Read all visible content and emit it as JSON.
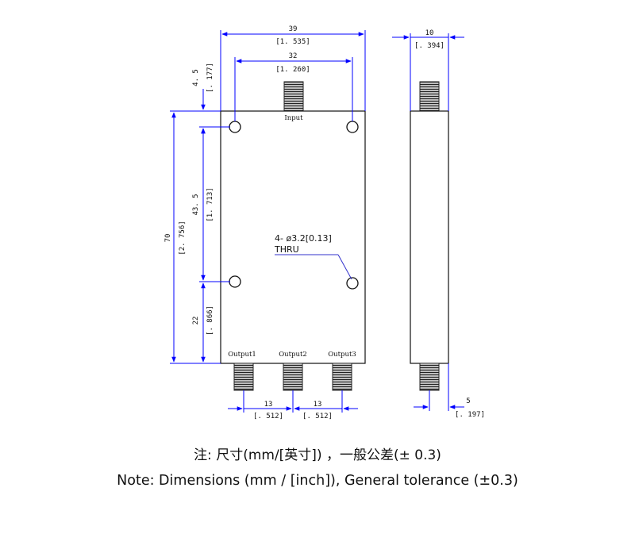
{
  "dimensions": {
    "overall_width": {
      "mm": "39",
      "inch": "[1. 535]"
    },
    "hole_spacing_horizontal": {
      "mm": "32",
      "inch": "[1. 260]"
    },
    "depth": {
      "mm": "10",
      "inch": "[. 394]"
    },
    "top_offset": {
      "mm": "4. 5",
      "inch": "[. 177]"
    },
    "overall_height": {
      "mm": "70",
      "inch": "[2. 756]"
    },
    "hole_spacing_vertical": {
      "mm": "43. 5",
      "inch": "[1. 713]"
    },
    "bottom_offset": {
      "mm": "22",
      "inch": "[. 866]"
    },
    "output_pitch_1": {
      "mm": "13",
      "inch": "[. 512]"
    },
    "output_pitch_2": {
      "mm": "13",
      "inch": "[. 512]"
    },
    "side_connector_offset": {
      "mm": "5",
      "inch": "[. 197]"
    }
  },
  "hole_callout": {
    "line1": "4- ø3.2[0.13]",
    "line2": "THRU"
  },
  "ports": {
    "input": "Input",
    "output1": "Output1",
    "output2": "Output2",
    "output3": "Output3"
  },
  "notes": {
    "chinese": "注:  尺寸(mm/[英寸]) ，一般公差(±  0.3)",
    "english": "Note: Dimensions (mm / [inch]), General tolerance (±0.3)"
  },
  "colors": {
    "dimension_line": "#0000ff",
    "outline": "#000000",
    "connector": "#333333",
    "callout_leader": "#3333cc"
  }
}
